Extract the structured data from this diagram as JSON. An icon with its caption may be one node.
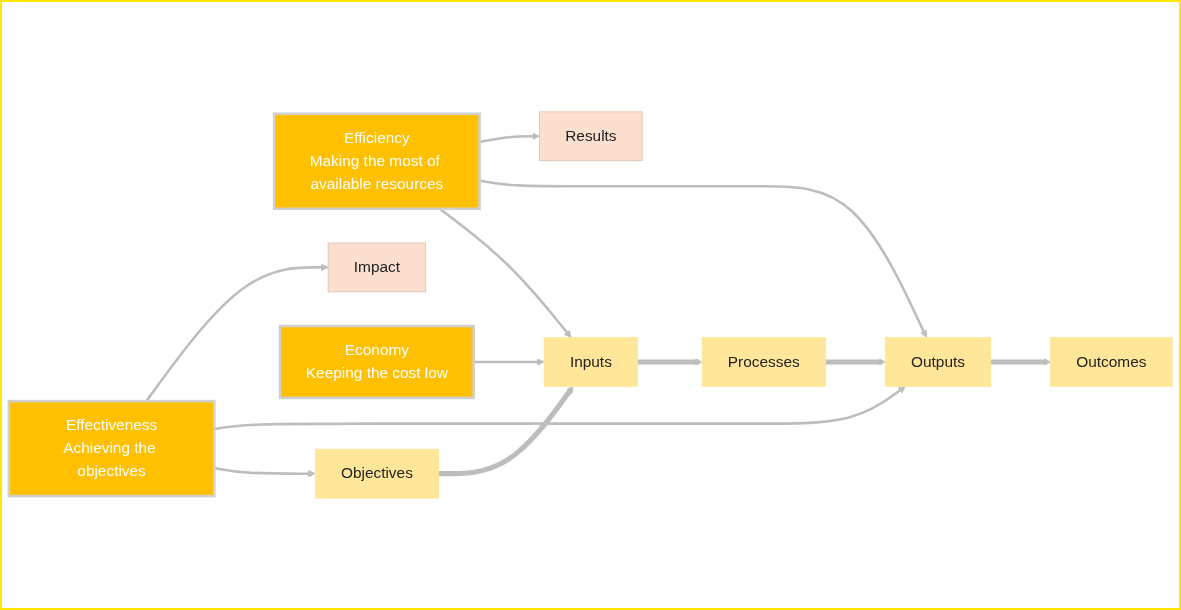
{
  "diagram": {
    "nodes": [
      {
        "text": [
          "Objectives"
        ]
      },
      {
        "text": [
          "Inputs"
        ]
      },
      {
        "text": [
          "Processes"
        ]
      },
      {
        "text": [
          "Outputs"
        ]
      },
      {
        "text": [
          "Outcomes"
        ]
      },
      {
        "text": [
          "Efficiency",
          "Making the most of available resources"
        ]
      },
      {
        "text": [
          "Economy",
          "Keeping the cost low"
        ]
      },
      {
        "text": [
          "Effectiveness",
          "Achieving the objectives"
        ]
      },
      {
        "text": [
          "Results"
        ]
      },
      {
        "text": [
          "Impact"
        ]
      }
    ],
    "edges": [
      {
        "from": 0,
        "to": 1,
        "arrow": "to",
        "style": "thick"
      },
      {
        "from": 1,
        "to": 2,
        "arrow": "to",
        "style": "thick"
      },
      {
        "from": 2,
        "to": 3,
        "arrow": "to",
        "style": "thick"
      },
      {
        "from": 3,
        "to": 4,
        "arrow": "to",
        "style": "thick"
      },
      {
        "from": 5,
        "to": 1,
        "arrow": "to"
      },
      {
        "from": 5,
        "to": 3,
        "arrow": "to"
      },
      {
        "from": 5,
        "to": 8,
        "arrow": "to"
      },
      {
        "from": 6,
        "to": 1,
        "arrow": "to"
      },
      {
        "from": 7,
        "to": 0,
        "arrow": "to"
      },
      {
        "from": 7,
        "to": 3,
        "arrow": "to"
      },
      {
        "from": 7,
        "to": 9,
        "arrow": "to"
      }
    ]
  }
}
